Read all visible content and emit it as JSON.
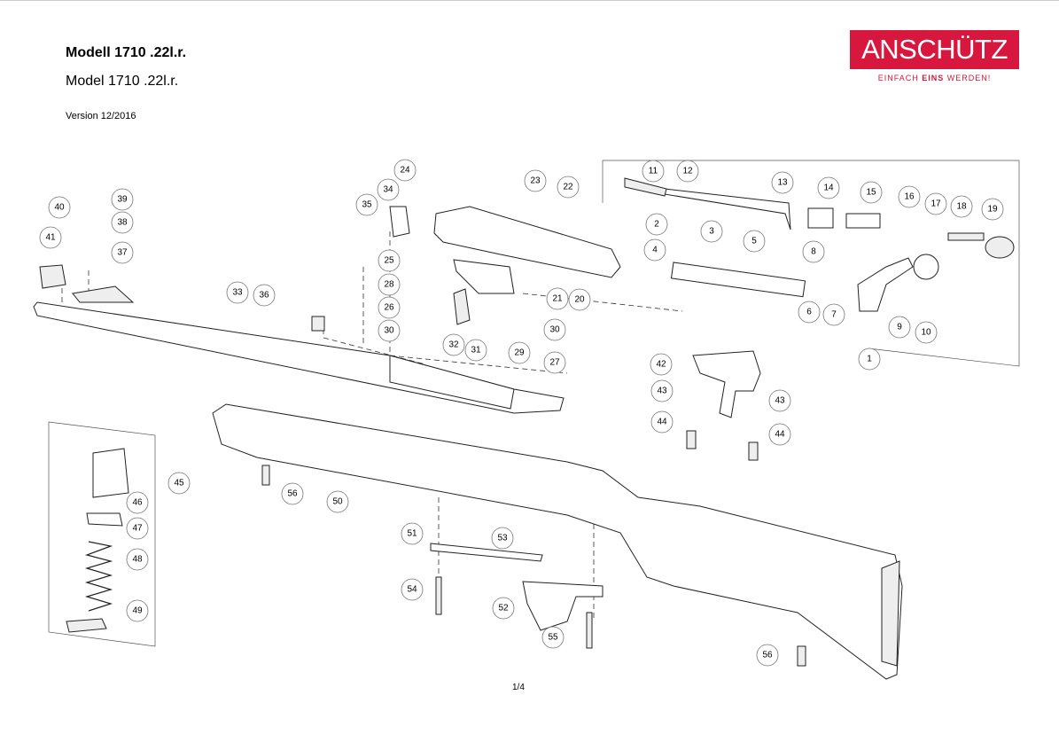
{
  "header": {
    "title_de": "Modell 1710 .22l.r.",
    "title_en": "Model 1710 .22l.r.",
    "version": "Version 12/2016"
  },
  "logo": {
    "brand": "ANSCHÜTZ",
    "slogan_pre": "EINFACH ",
    "slogan_bold": "EINS",
    "slogan_post": " WERDEN!",
    "color": "#d8173f"
  },
  "callouts": [
    "39",
    "40",
    "38",
    "41",
    "37",
    "33",
    "36",
    "24",
    "23",
    "22",
    "34",
    "35",
    "25",
    "28",
    "26",
    "30",
    "32",
    "31",
    "29",
    "27",
    "30",
    "21",
    "20",
    "11",
    "12",
    "13",
    "14",
    "15",
    "16",
    "17",
    "18",
    "19",
    "2",
    "3",
    "5",
    "4",
    "8",
    "6",
    "7",
    "9",
    "10",
    "1",
    "42",
    "43",
    "43",
    "44",
    "44",
    "45",
    "46",
    "47",
    "48",
    "49",
    "56",
    "50",
    "51",
    "53",
    "54",
    "52",
    "55",
    "56"
  ],
  "page": "1/4"
}
